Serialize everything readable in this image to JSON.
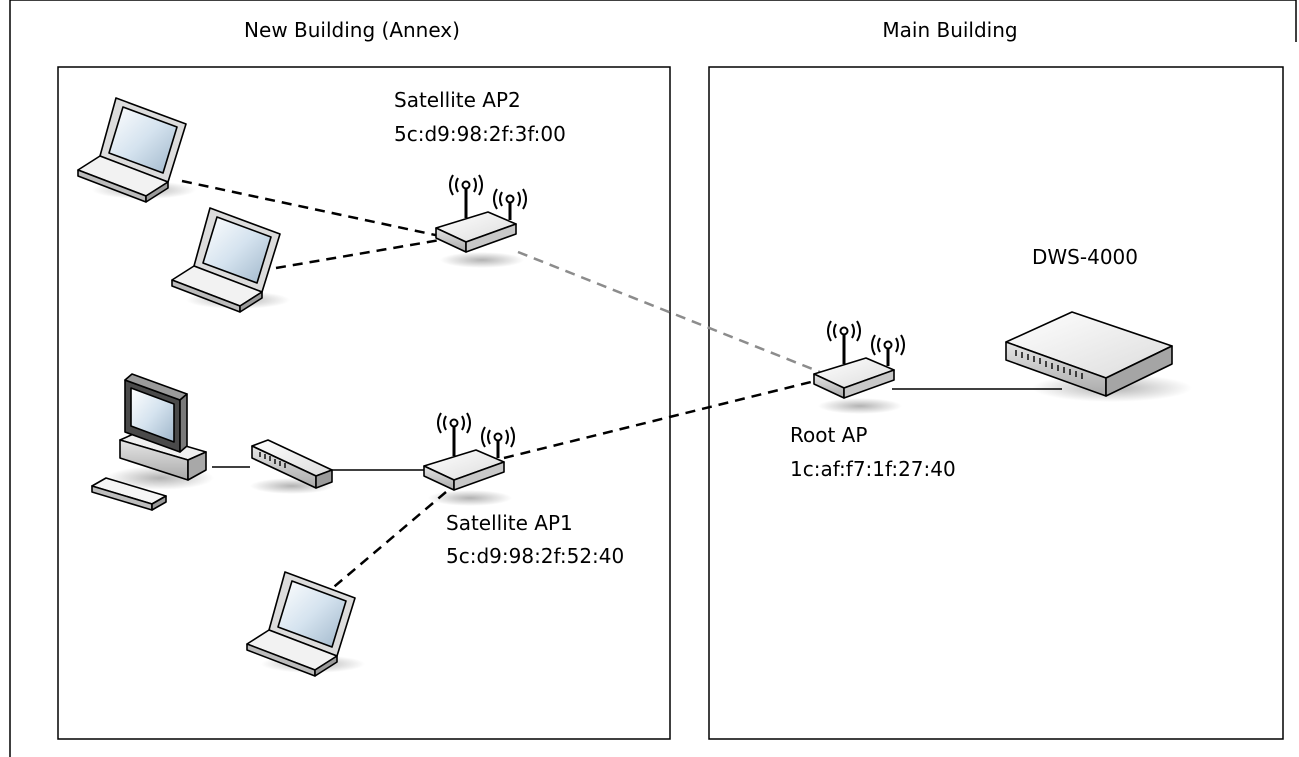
{
  "zones": {
    "annex": {
      "title": "New Building (Annex)"
    },
    "main": {
      "title": "Main Building"
    }
  },
  "devices": {
    "satellite_ap2": {
      "name": "Satellite AP2",
      "mac": "5c:d9:98:2f:3f:00"
    },
    "satellite_ap1": {
      "name": "Satellite AP1",
      "mac": "5c:d9:98:2f:52:40"
    },
    "root_ap": {
      "name": "Root AP",
      "mac": "1c:af:f7:1f:27:40"
    },
    "controller": {
      "name": "DWS-4000"
    }
  },
  "links": [
    {
      "from": "laptop-1",
      "to": "satellite-ap2",
      "type": "wireless"
    },
    {
      "from": "laptop-2",
      "to": "satellite-ap2",
      "type": "wireless"
    },
    {
      "from": "satellite-ap2",
      "to": "root-ap",
      "type": "wireless-mesh"
    },
    {
      "from": "desktop-pc",
      "to": "switch",
      "type": "wired"
    },
    {
      "from": "switch",
      "to": "satellite-ap1",
      "type": "wired"
    },
    {
      "from": "satellite-ap1",
      "to": "root-ap",
      "type": "wireless-mesh"
    },
    {
      "from": "satellite-ap1",
      "to": "laptop-3",
      "type": "wireless"
    },
    {
      "from": "root-ap",
      "to": "dws-4000",
      "type": "wired"
    }
  ],
  "colors": {
    "mesh_link_gray": "#8c8c8c",
    "line": "#000000"
  }
}
